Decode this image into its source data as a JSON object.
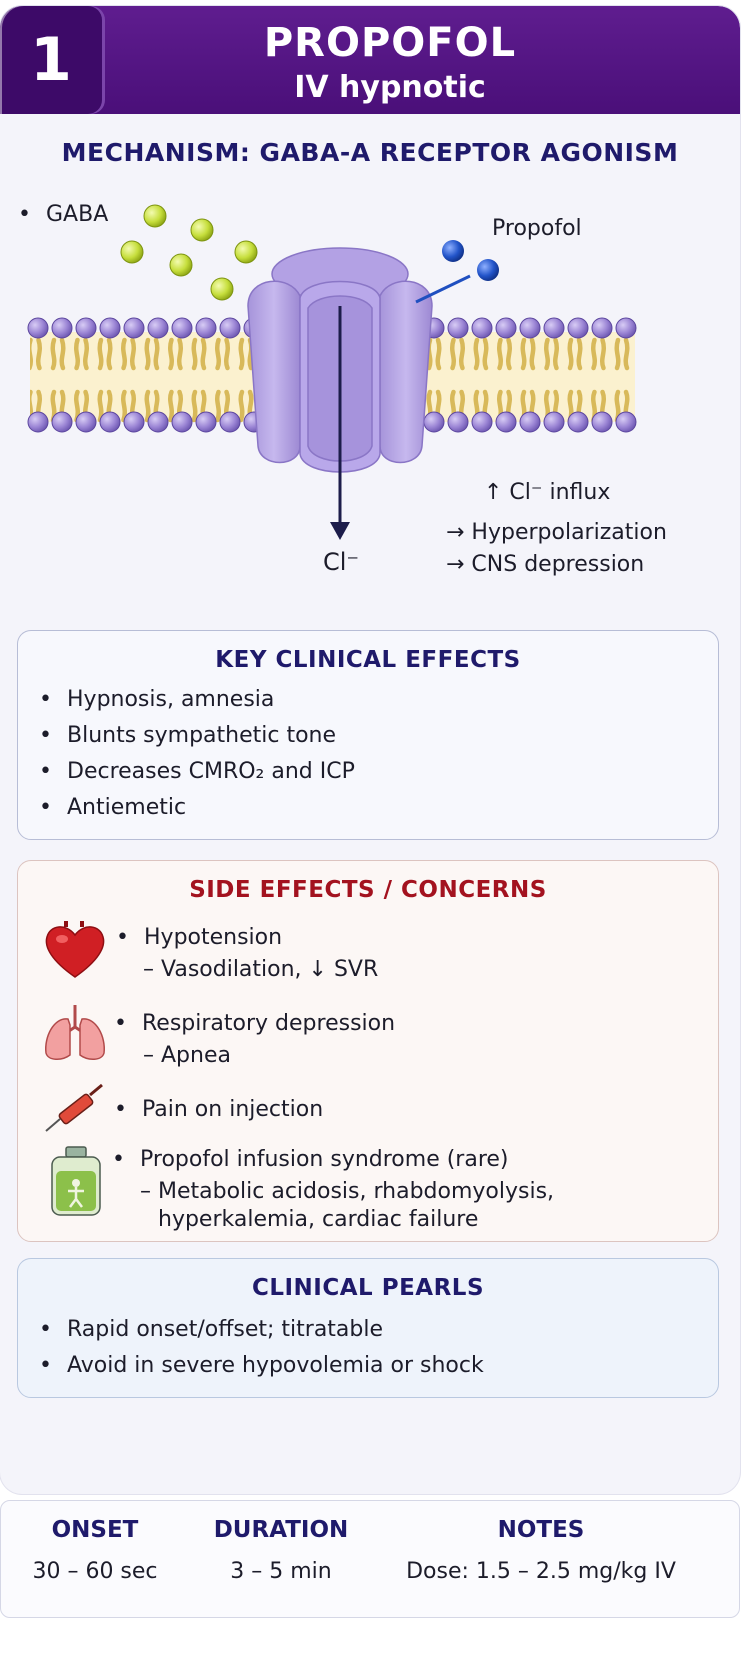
{
  "header": {
    "number": "1",
    "title": "PROPOFOL",
    "subtitle": "IV hypnotic"
  },
  "mechanism": {
    "title": "MECHANISM:  GABA-A  RECEPTOR  AGONISM",
    "gaba_label": "GABA",
    "propofol_label": "Propofol",
    "ion_label": "Cl⁻",
    "effects": [
      "↑ Cl⁻  influx",
      "→  Hyperpolarization",
      "→  CNS  depression"
    ]
  },
  "key_effects": {
    "title": "KEY  CLINICAL  EFFECTS",
    "items": [
      "Hypnosis,  amnesia",
      "Blunts  sympathetic  tone",
      "Decreases  CMRO₂  and  ICP",
      "Antiemetic"
    ]
  },
  "side_effects": {
    "title": "SIDE  EFFECTS  /  CONCERNS",
    "items": [
      {
        "icon": "heart-icon",
        "label": "Hypotension",
        "details": [
          "– Vasodilation,  ↓  SVR"
        ]
      },
      {
        "icon": "lungs-icon",
        "label": "Respiratory  depression",
        "details": [
          "– Apnea"
        ]
      },
      {
        "icon": "syringe-icon",
        "label": "Pain  on  injection",
        "details": []
      },
      {
        "icon": "vial-icon",
        "label": "Propofol  infusion  syndrome  (rare)",
        "details": [
          "– Metabolic  acidosis,  rhabdomyolysis,",
          "hyperkalemia,  cardiac  failure"
        ]
      }
    ]
  },
  "pearls": {
    "title": "CLINICAL  PEARLS",
    "items": [
      "Rapid  onset/offset;  titratable",
      "Avoid  in  severe  hypovolemia  or  shock"
    ]
  },
  "summary": {
    "onset_label": "ONSET",
    "onset_value": "30 – 60  sec",
    "duration_label": "DURATION",
    "duration_value": "3 – 5  min",
    "notes_label": "NOTES",
    "notes_value": "Dose:  1.5 – 2.5  mg/kg  IV"
  },
  "colors": {
    "header": "#4a0f79",
    "navy": "#1f1a6b",
    "red_title": "#a3121f",
    "receptor": "#b9a6e3",
    "gaba": "#c6de3c",
    "propofol": "#1f4fc0"
  }
}
